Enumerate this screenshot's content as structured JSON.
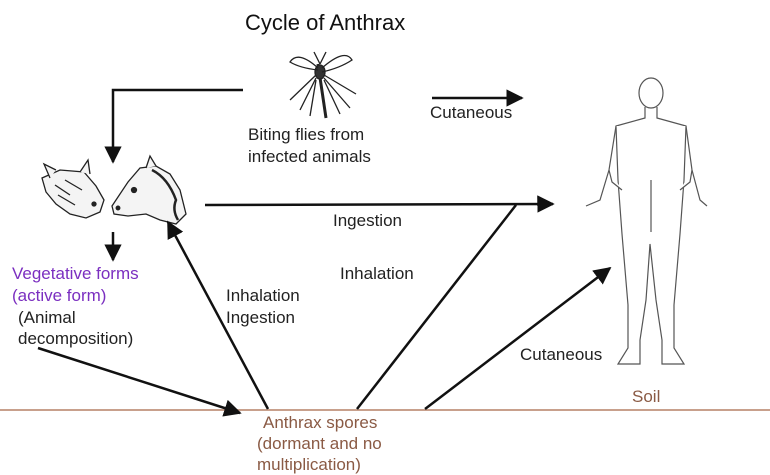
{
  "title": "Cycle of Anthrax",
  "labels": {
    "biting_flies_line1": "Biting flies from",
    "biting_flies_line2": "infected animals",
    "cutaneous_top": "Cutaneous",
    "ingestion_center": "Ingestion",
    "inhalation_center": "Inhalation",
    "inhalation_left": "Inhalation",
    "ingestion_left": "Ingestion",
    "vegetative_line1": "Vegetative forms",
    "vegetative_line2": "(active form)",
    "animal_decomp_line1": "(Animal",
    "animal_decomp_line2": "decomposition)",
    "cutaneous_right": "Cutaneous",
    "soil": "Soil",
    "spores_line1": "Anthrax spores",
    "spores_line2": "(dormant and no",
    "spores_line3": "multiplication)"
  },
  "colors": {
    "arrow": "#111111",
    "soil_line": "#c8a08c",
    "vegetative": "#7b2fc0",
    "soil_text": "#8a5a44"
  },
  "icons": [
    "mosquito-icon",
    "cow-head-icon",
    "horse-head-icon",
    "human-figure-icon"
  ]
}
